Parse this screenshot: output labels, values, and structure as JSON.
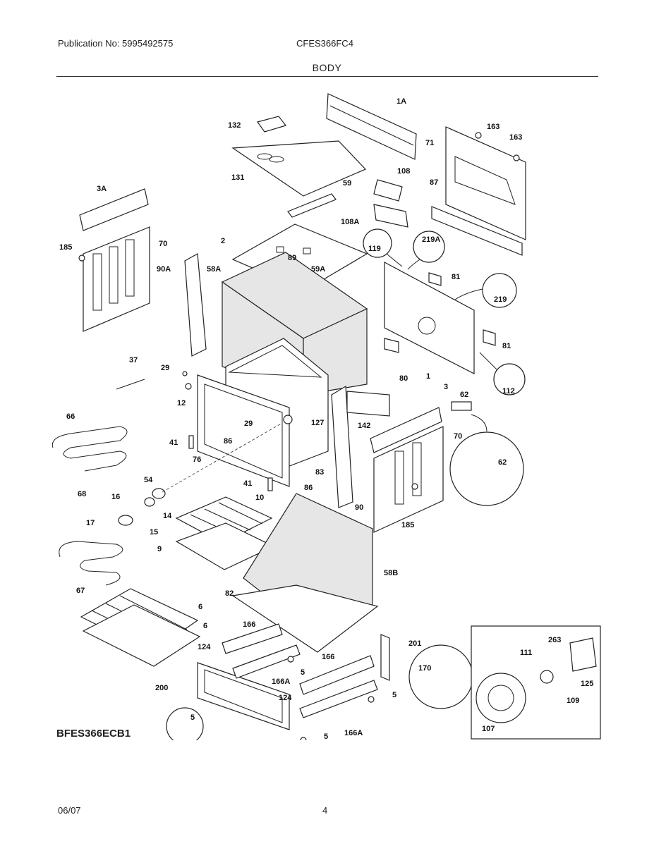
{
  "header": {
    "publication": "Publication No: 5995492575",
    "model": "CFES366FC4",
    "section": "BODY"
  },
  "footer": {
    "catalog": "BFES366ECB1",
    "date": "06/07",
    "page": "4"
  },
  "callouts": [
    "1A",
    "132",
    "163",
    "163",
    "71",
    "131",
    "108",
    "3A",
    "59",
    "87",
    "108A",
    "185",
    "70",
    "119",
    "219A",
    "2",
    "89",
    "90A",
    "58A",
    "59A",
    "81",
    "219",
    "81",
    "37",
    "29",
    "80",
    "1",
    "112",
    "12",
    "3",
    "62",
    "66",
    "29",
    "127",
    "142",
    "41",
    "86",
    "70",
    "76",
    "62",
    "83",
    "54",
    "41",
    "86",
    "90",
    "68",
    "16",
    "10",
    "14",
    "17",
    "185",
    "15",
    "9",
    "58B",
    "67",
    "82",
    "6",
    "6",
    "166",
    "201",
    "124",
    "263",
    "166",
    "111",
    "5",
    "170",
    "200",
    "125",
    "166A",
    "124",
    "5",
    "109",
    "5",
    "107",
    "166A",
    "5"
  ]
}
